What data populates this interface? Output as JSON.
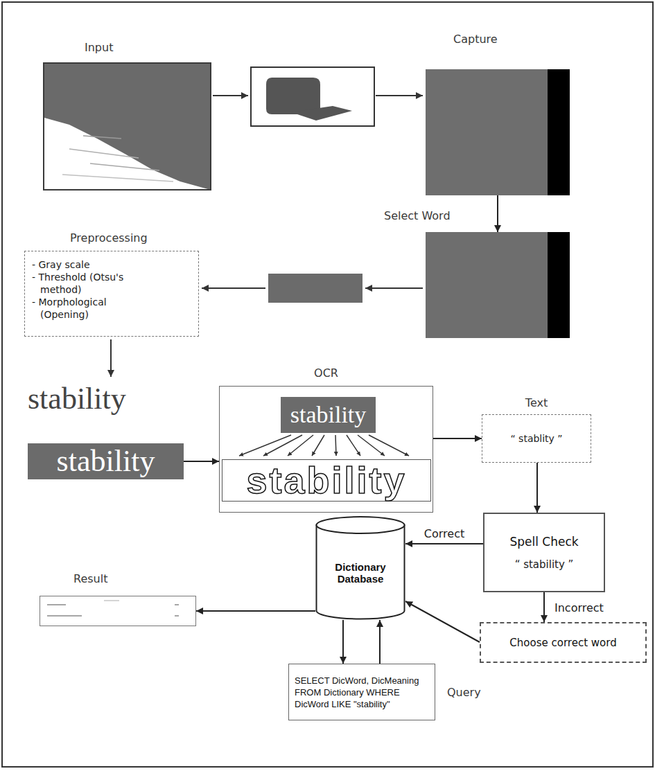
{
  "diagram": {
    "nodes": [
      {
        "text": [
          "Input"
        ]
      },
      {
        "text": [
          "Capture"
        ]
      },
      {
        "text": [
          "Select Word"
        ]
      },
      {
        "text": [
          "Preprocessing",
          "- Gray scale",
          "- Threshold (Otsu's method)",
          "- Morphological (Opening)"
        ]
      },
      {
        "text": [
          "stability"
        ]
      },
      {
        "text": [
          "OCR"
        ]
      },
      {
        "text": [
          "stability"
        ],
        "in": 5
      },
      {
        "text": [
          "Text",
          "“ stablity ”"
        ]
      },
      {
        "text": [
          "Spell Check",
          "“ stability ”"
        ]
      },
      {
        "text": [
          "Dictionary Database"
        ]
      },
      {
        "text": [
          "Choose correct word"
        ]
      },
      {
        "text": [
          "Result"
        ]
      },
      {
        "text": [
          "SELECT DicWord, DicMeaning FROM Dictionary WHERE DicWord LIKE \"stability\"",
          "Query"
        ]
      }
    ],
    "edges": [
      {
        "from": 1,
        "to": 2,
        "arrow": "to"
      },
      {
        "from": 4,
        "to": 5,
        "arrow": "to"
      },
      {
        "from": 5,
        "to": 7,
        "arrow": "to"
      },
      {
        "from": 7,
        "to": 8,
        "arrow": "to"
      },
      {
        "from": 8,
        "to": 9,
        "label": "Correct",
        "arrow": "to"
      },
      {
        "from": 8,
        "to": 10,
        "label": "Incorrect",
        "arrow": "to"
      },
      {
        "from": 10,
        "to": 9,
        "arrow": "to"
      },
      {
        "from": 9,
        "to": 11,
        "arrow": "to"
      },
      {
        "from": 9,
        "to": 12,
        "arrow": "to"
      },
      {
        "from": 12,
        "to": 9,
        "arrow": "to"
      }
    ],
    "labels": [
      "stability",
      "stability"
    ]
  }
}
